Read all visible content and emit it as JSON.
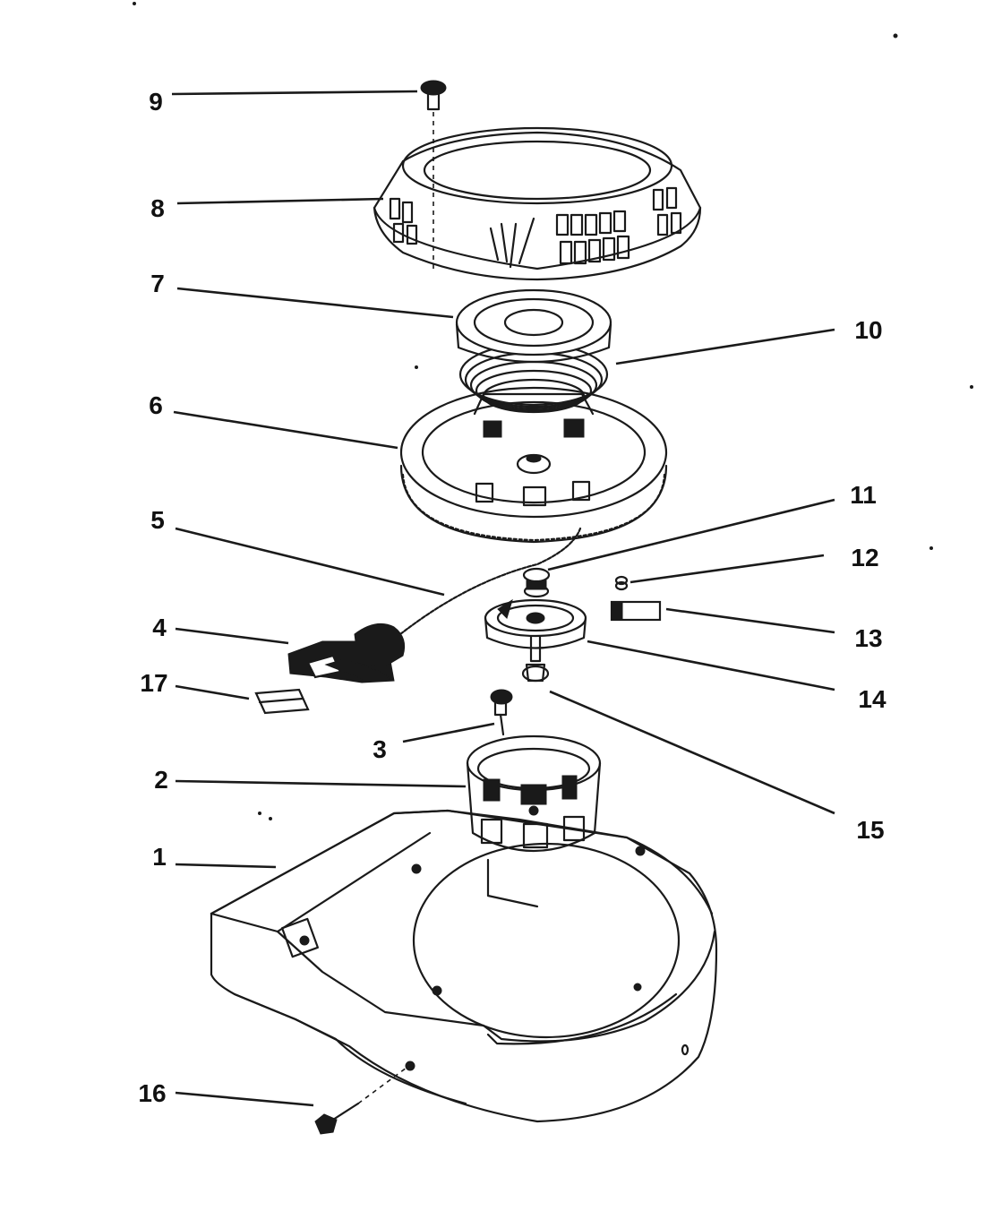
{
  "callouts": [
    {
      "id": "c1",
      "text": "1"
    },
    {
      "id": "c2",
      "text": "2"
    },
    {
      "id": "c3",
      "text": "3"
    },
    {
      "id": "c4",
      "text": "4"
    },
    {
      "id": "c5",
      "text": "5"
    },
    {
      "id": "c6",
      "text": "6"
    },
    {
      "id": "c7",
      "text": "7"
    },
    {
      "id": "c8",
      "text": "8"
    },
    {
      "id": "c9",
      "text": "9"
    },
    {
      "id": "c10",
      "text": "10"
    },
    {
      "id": "c11",
      "text": "11"
    },
    {
      "id": "c12",
      "text": "12"
    },
    {
      "id": "c13",
      "text": "13"
    },
    {
      "id": "c14",
      "text": "14"
    },
    {
      "id": "c15",
      "text": "15"
    },
    {
      "id": "c16",
      "text": "16"
    },
    {
      "id": "c17",
      "text": "17"
    }
  ],
  "colors": {
    "ink": "#1a1a1a",
    "paper": "#ffffff"
  }
}
